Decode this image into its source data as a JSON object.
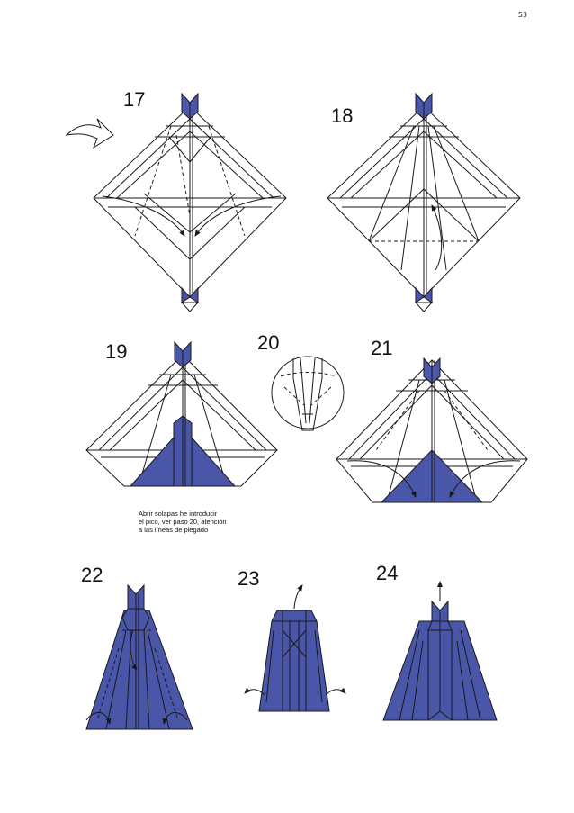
{
  "page_number": "53",
  "colors": {
    "paper_color": "#4a56a8",
    "line": "#1a1a1a"
  },
  "steps": [
    {
      "number": "17"
    },
    {
      "number": "18"
    },
    {
      "number": "19"
    },
    {
      "number": "20"
    },
    {
      "number": "21"
    },
    {
      "number": "22"
    },
    {
      "number": "23"
    },
    {
      "number": "24"
    }
  ],
  "step19_note": "Abrir solapas he introducir\nel pico, ver paso 20, atención\na las líneas de plegado",
  "icons": [
    "turn-over-arrow-icon",
    "fold-arrow-icon",
    "unfold-arrow-icon"
  ]
}
